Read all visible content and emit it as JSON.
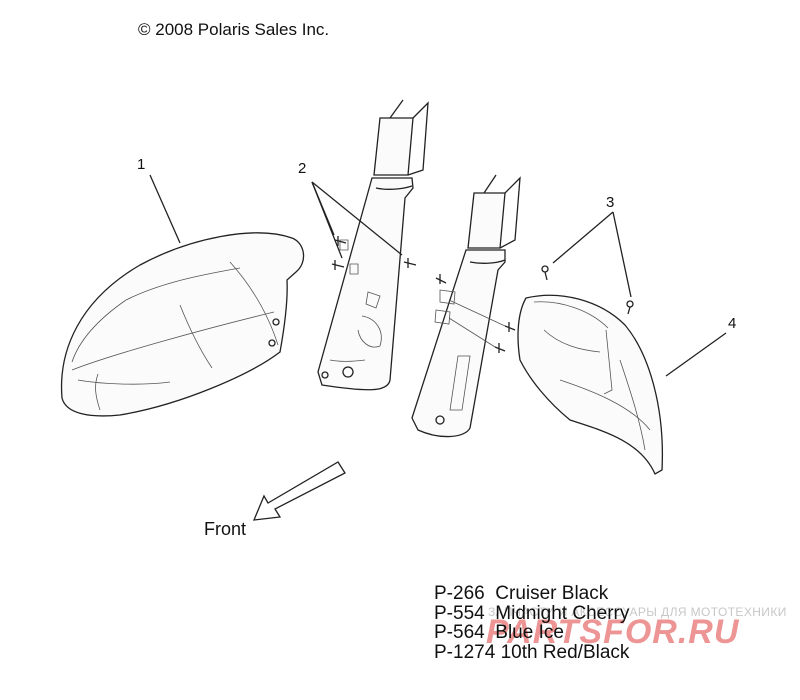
{
  "copyright": "© 2008 Polaris Sales Inc.",
  "callouts": [
    {
      "label": "1"
    },
    {
      "label": "2"
    },
    {
      "label": "3"
    },
    {
      "label": "4"
    }
  ],
  "front_label": "Front",
  "color_codes": [
    {
      "code": "P-266",
      "name": "Cruiser Black"
    },
    {
      "code": "P-554",
      "name": "Midnight Cherry"
    },
    {
      "code": "P-564",
      "name": "Blue Ice"
    },
    {
      "code": "P-1274",
      "name": "10th Red/Black"
    }
  ],
  "watermark": {
    "subtitle": "ЗАПЧАСТИ И АКСЕССУАРЫ ДЛЯ МОТОТЕХНИКИ",
    "logo": "PARTSFOR.RU"
  }
}
